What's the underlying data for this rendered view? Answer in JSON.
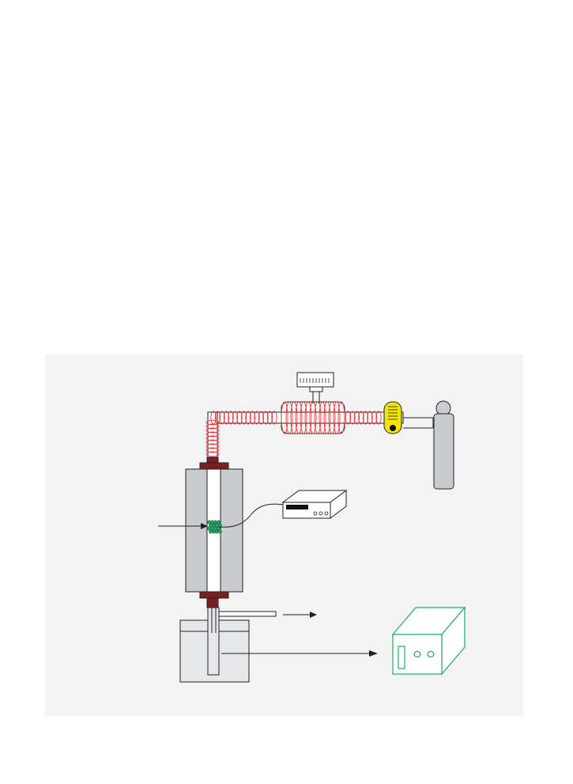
{
  "figure": {
    "type": "apparatus-schematic",
    "components": [
      {
        "name": "digital-thermometer-unit",
        "icon": "temperature-controller-icon"
      },
      {
        "name": "heated-gas-preheater",
        "icon": "heating-coil-icon"
      },
      {
        "name": "flow-meter",
        "icon": "rotameter-icon"
      },
      {
        "name": "gas-cylinder",
        "icon": "gas-cylinder-icon"
      },
      {
        "name": "tube-furnace-reactor",
        "icon": "furnace-icon"
      },
      {
        "name": "catalyst-bed",
        "icon": "catalyst-pellets-icon"
      },
      {
        "name": "temperature-readout-controller",
        "icon": "controller-box-icon"
      },
      {
        "name": "cold-trap-condenser",
        "icon": "cold-bath-icon"
      },
      {
        "name": "gas-chromatograph",
        "icon": "analyzer-box-icon"
      }
    ],
    "colors": {
      "heating_coil": "#e8373a",
      "flange": "#7a1f1f",
      "furnace": "#c9cbce",
      "catalyst": "#2aa564",
      "rotameter": "#f2e400",
      "cylinder": "#c9cbce",
      "analyzer": "#2aa564",
      "bath": "#e6e7e9",
      "background": "#f2f2f3"
    }
  }
}
